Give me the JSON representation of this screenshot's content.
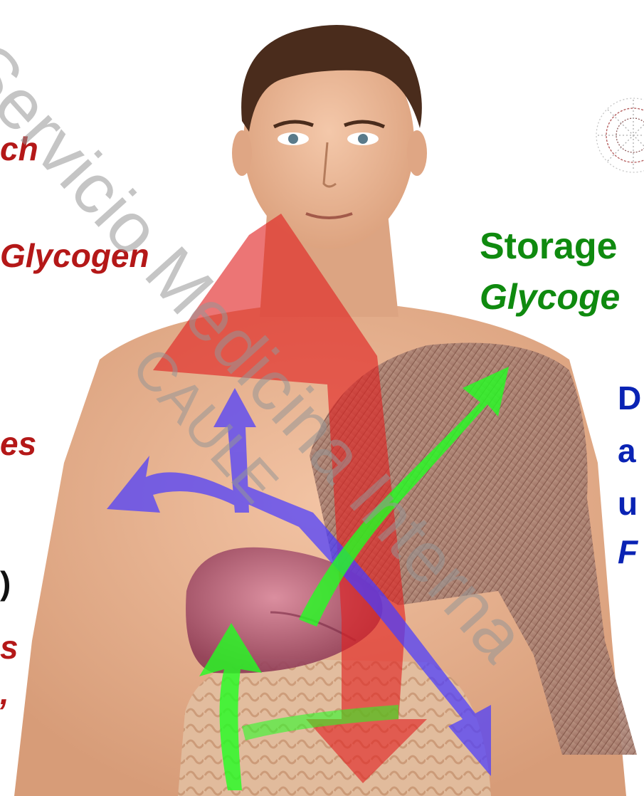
{
  "left_labels": {
    "label_1": "ch",
    "label_2": "Glycogen",
    "label_3": "es",
    "label_4": ")",
    "label_5": "s",
    "label_6": ","
  },
  "right_labels": {
    "storage": "Storage",
    "glycogen": "Glycoge",
    "d": "D",
    "a": "a",
    "u": "u",
    "f": "F"
  },
  "watermark": {
    "line1": "Servicio Medicina Interna",
    "line2": "CAULE"
  },
  "colors": {
    "red_arrow": "#e02020",
    "blue_arrow": "#4a3cff",
    "green_arrow": "#22ff22",
    "red_text": "#b41818",
    "green_text": "#0f8a0f",
    "blue_text": "#0a23b4",
    "skin": "#e9b593"
  },
  "icons": {
    "molecule": "glycogen-molecule-icon",
    "liver": "liver-icon",
    "muscle": "arm-muscle-icon",
    "intestine": "intestine-icon"
  }
}
